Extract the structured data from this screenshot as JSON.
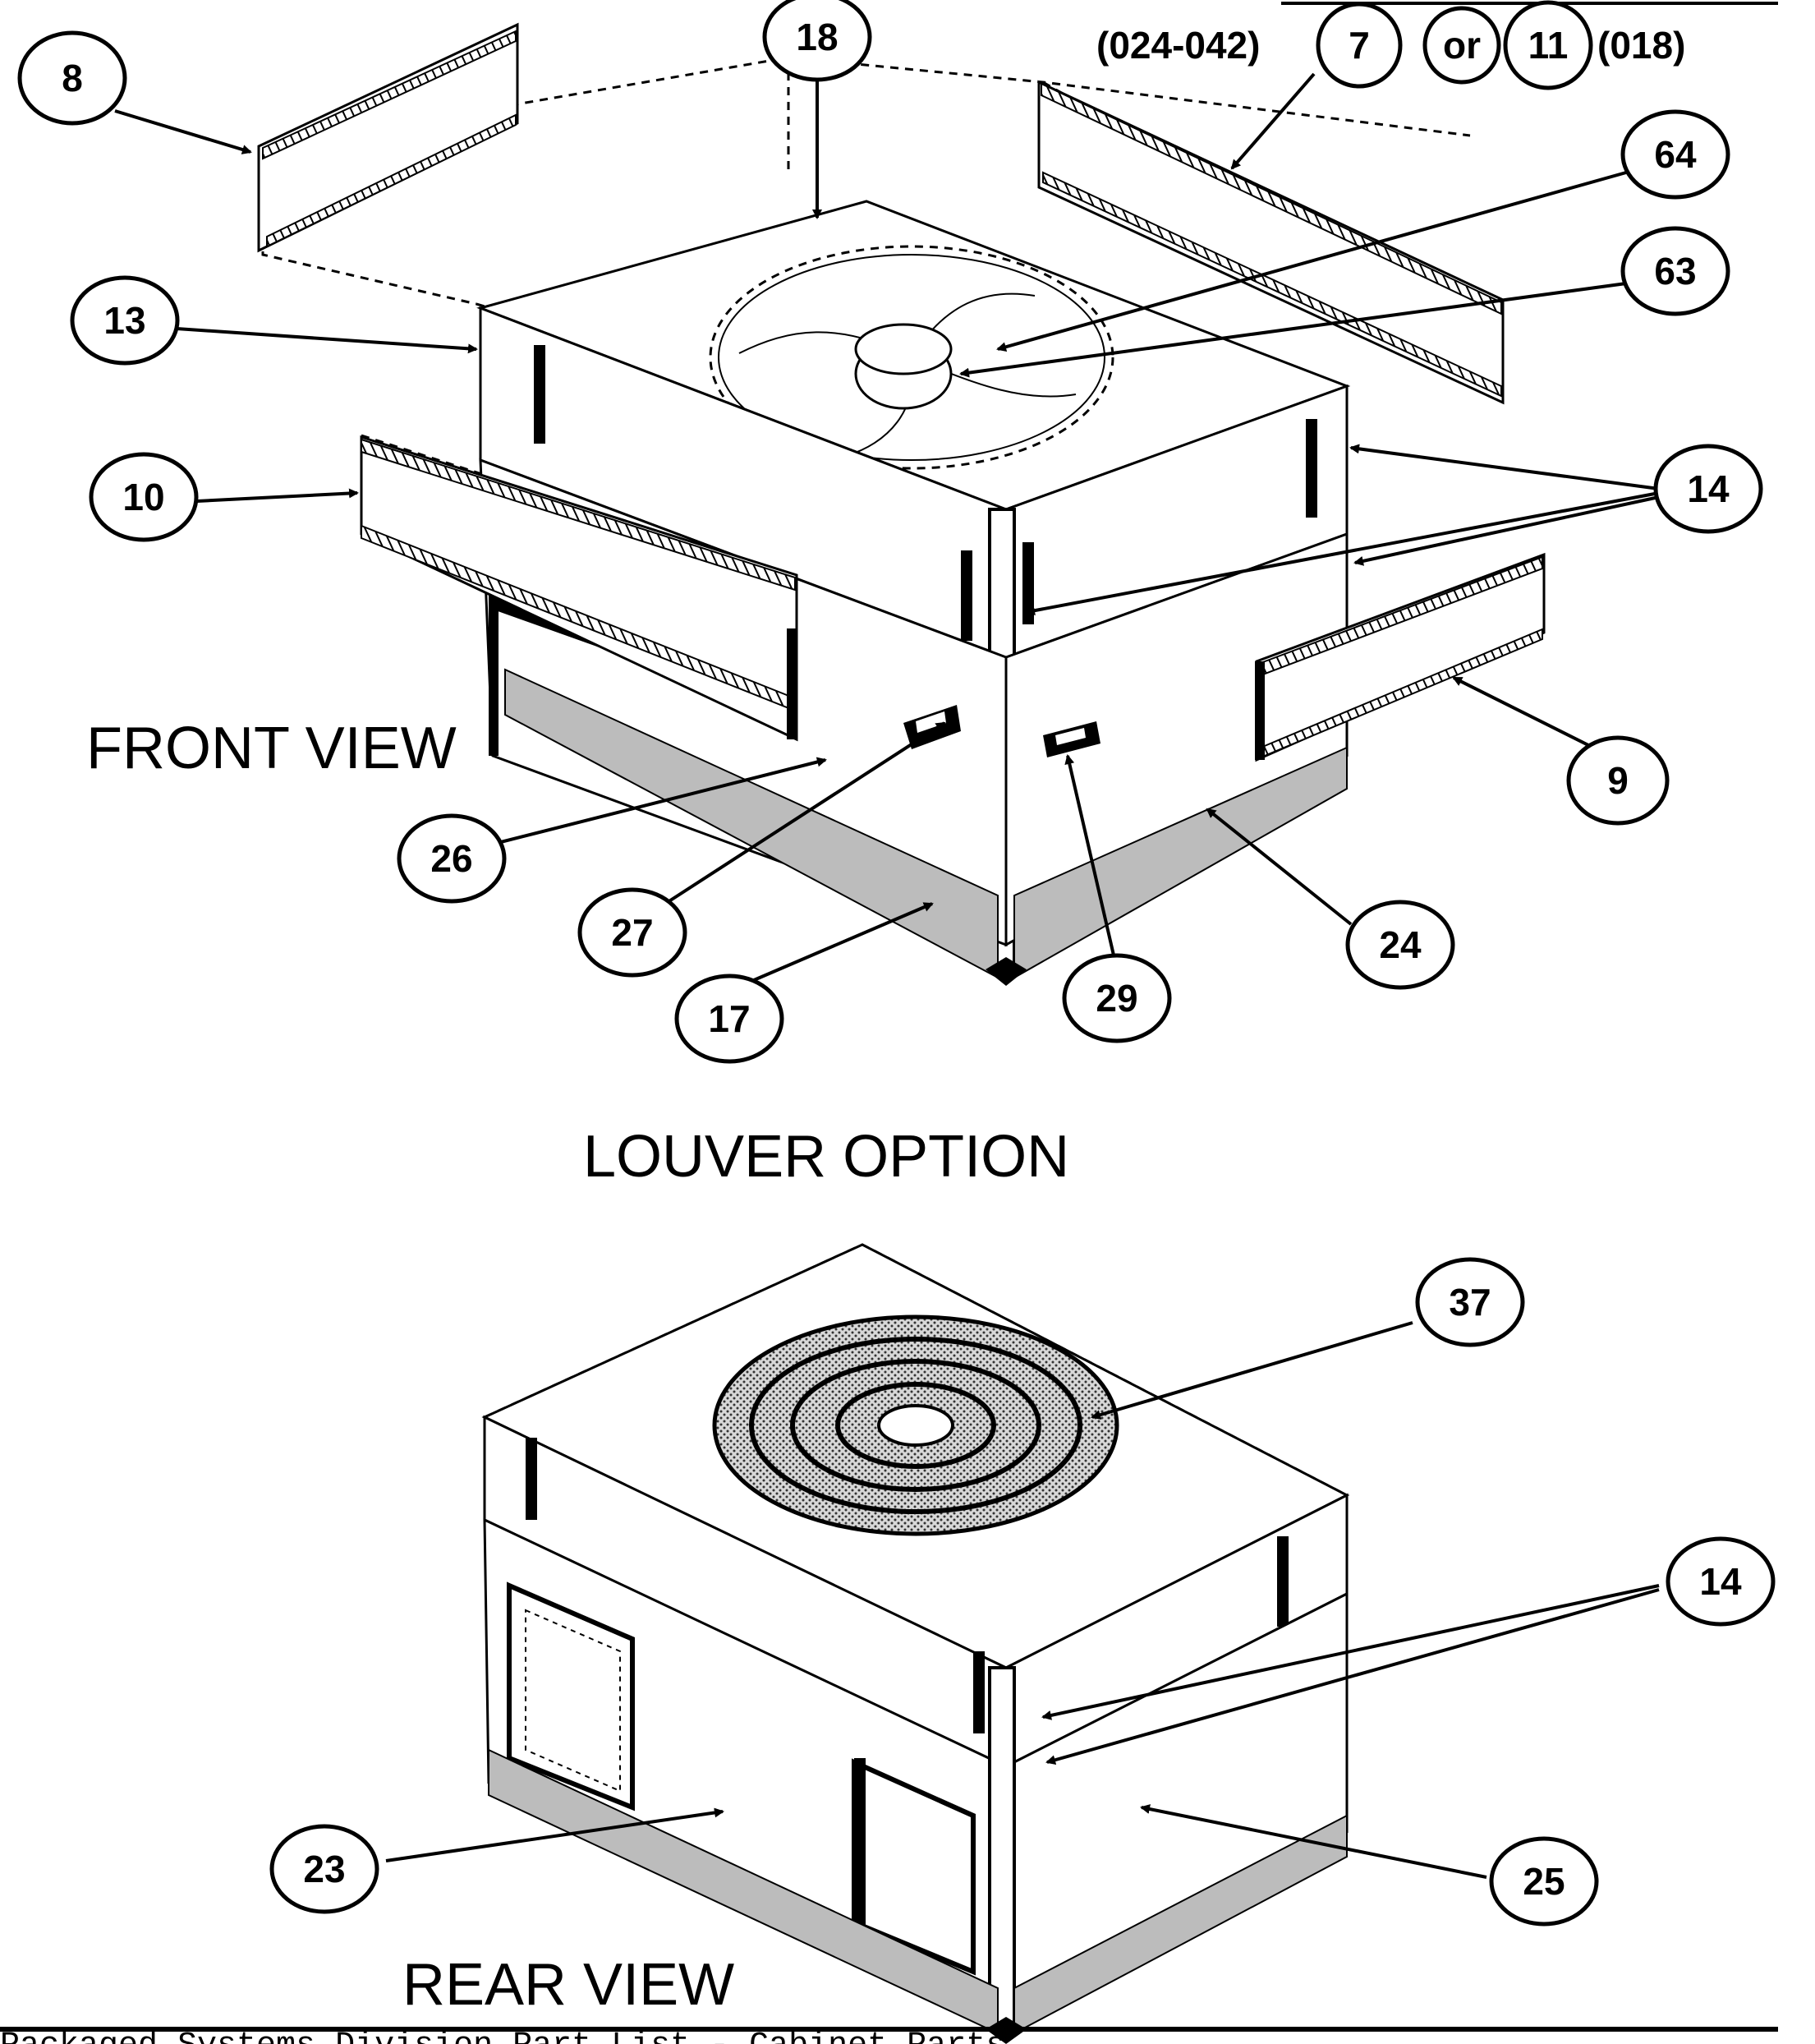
{
  "header": {
    "model_range_a": "(024-042)",
    "callout_a": "7",
    "or_word": "or",
    "callout_b": "11",
    "model_range_b": "(018)"
  },
  "labels": {
    "front_view": "FRONT VIEW",
    "louver_option": "LOUVER OPTION",
    "rear_view": "REAR VIEW"
  },
  "callouts": {
    "c8": "8",
    "c18": "18",
    "c64": "64",
    "c63": "63",
    "c13": "13",
    "c10": "10",
    "c14a": "14",
    "c9": "9",
    "c26": "26",
    "c27": "27",
    "c17": "17",
    "c29": "29",
    "c24": "24",
    "c37": "37",
    "c14b": "14",
    "c23": "23",
    "c25": "25"
  },
  "footer": {
    "text": "Packaged Systems Division   Part List - Cabinet Parts"
  }
}
